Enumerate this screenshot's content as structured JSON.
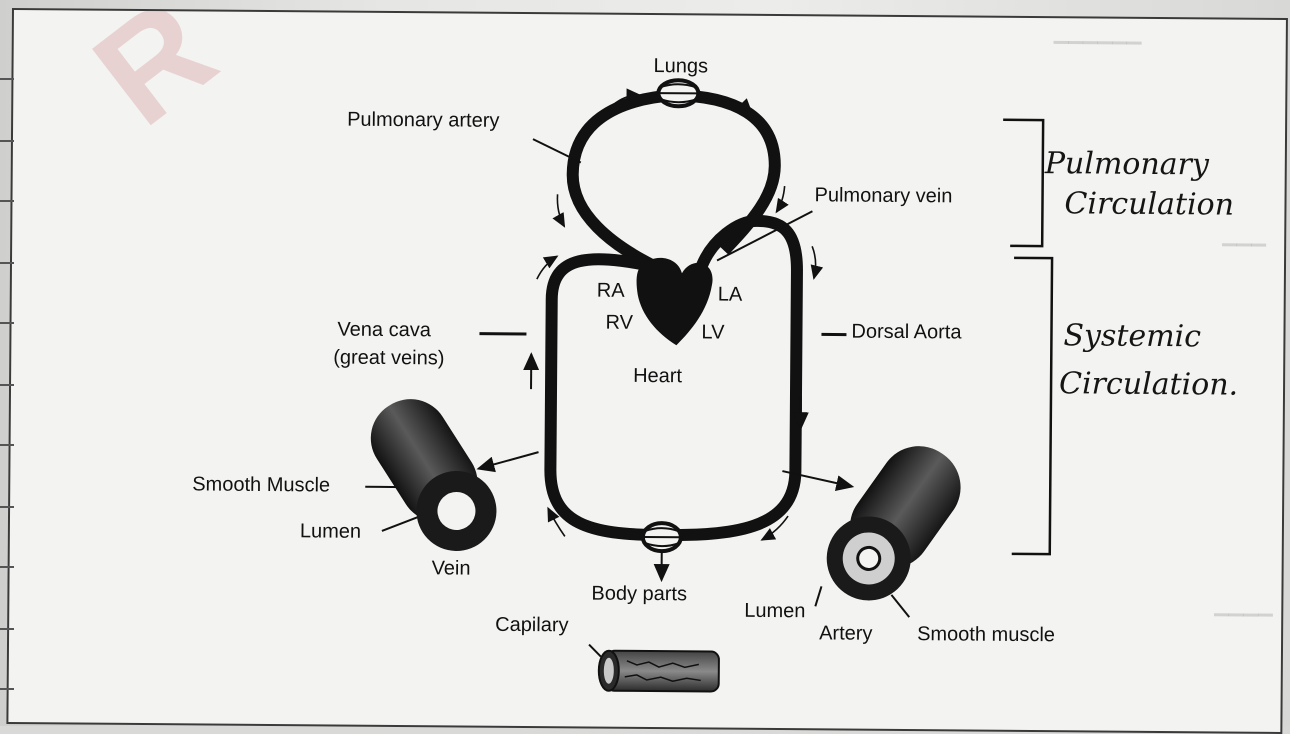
{
  "diagram": {
    "labels": {
      "lungs": "Lungs",
      "pulmonary_artery": "Pulmonary artery",
      "pulmonary_vein": "Pulmonary vein",
      "ra": "RA",
      "rv": "RV",
      "la": "LA",
      "lv": "LV",
      "vena_cava": "Vena cava",
      "great_veins": "(great veins)",
      "heart": "Heart",
      "dorsal_aorta": "Dorsal Aorta",
      "smooth_muscle_vein": "Smooth Muscle",
      "lumen_vein": "Lumen",
      "vein": "Vein",
      "body_parts": "Body parts",
      "lumen_artery": "Lumen",
      "artery": "Artery",
      "smooth_muscle_artery": "Smooth muscle",
      "capillary": "Capilary"
    },
    "handwritten": {
      "pulmonary_line1": "Pulmonary",
      "pulmonary_line2": "Circulation",
      "systemic_line1": "Systemic",
      "systemic_line2": "Circulation."
    }
  },
  "colors": {
    "ink": "#111111",
    "paper": "#f3f3f1"
  }
}
